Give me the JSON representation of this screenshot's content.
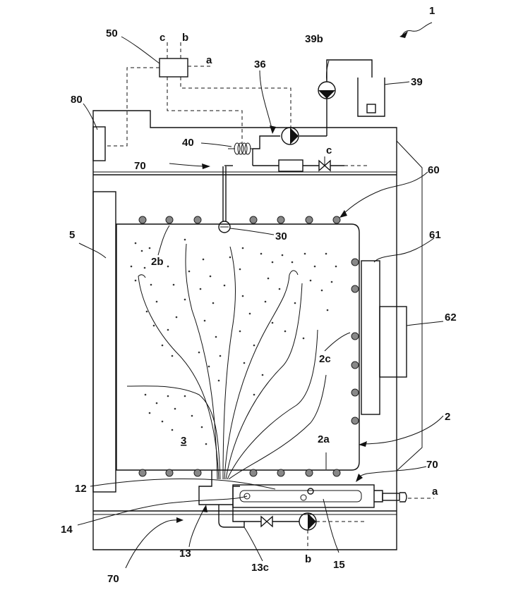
{
  "labels": {
    "l1": "1",
    "l50": "50",
    "lc_top": "c",
    "lb_top": "b",
    "la_top": "a",
    "l36": "36",
    "l39b": "39b",
    "l39": "39",
    "l80": "80",
    "l40": "40",
    "lc_mid": "c",
    "l70_top": "70",
    "l60": "60",
    "l5": "5",
    "l30": "30",
    "l2b": "2b",
    "l61": "61",
    "l62": "62",
    "l2c": "2c",
    "l3": "3",
    "l2a": "2a",
    "l2": "2",
    "l70_right": "70",
    "l12": "12",
    "l14": "14",
    "la_bottom": "a",
    "l70_bottom": "70",
    "l13": "13",
    "l13c": "13c",
    "lb_bottom": "b",
    "l15": "15"
  }
}
